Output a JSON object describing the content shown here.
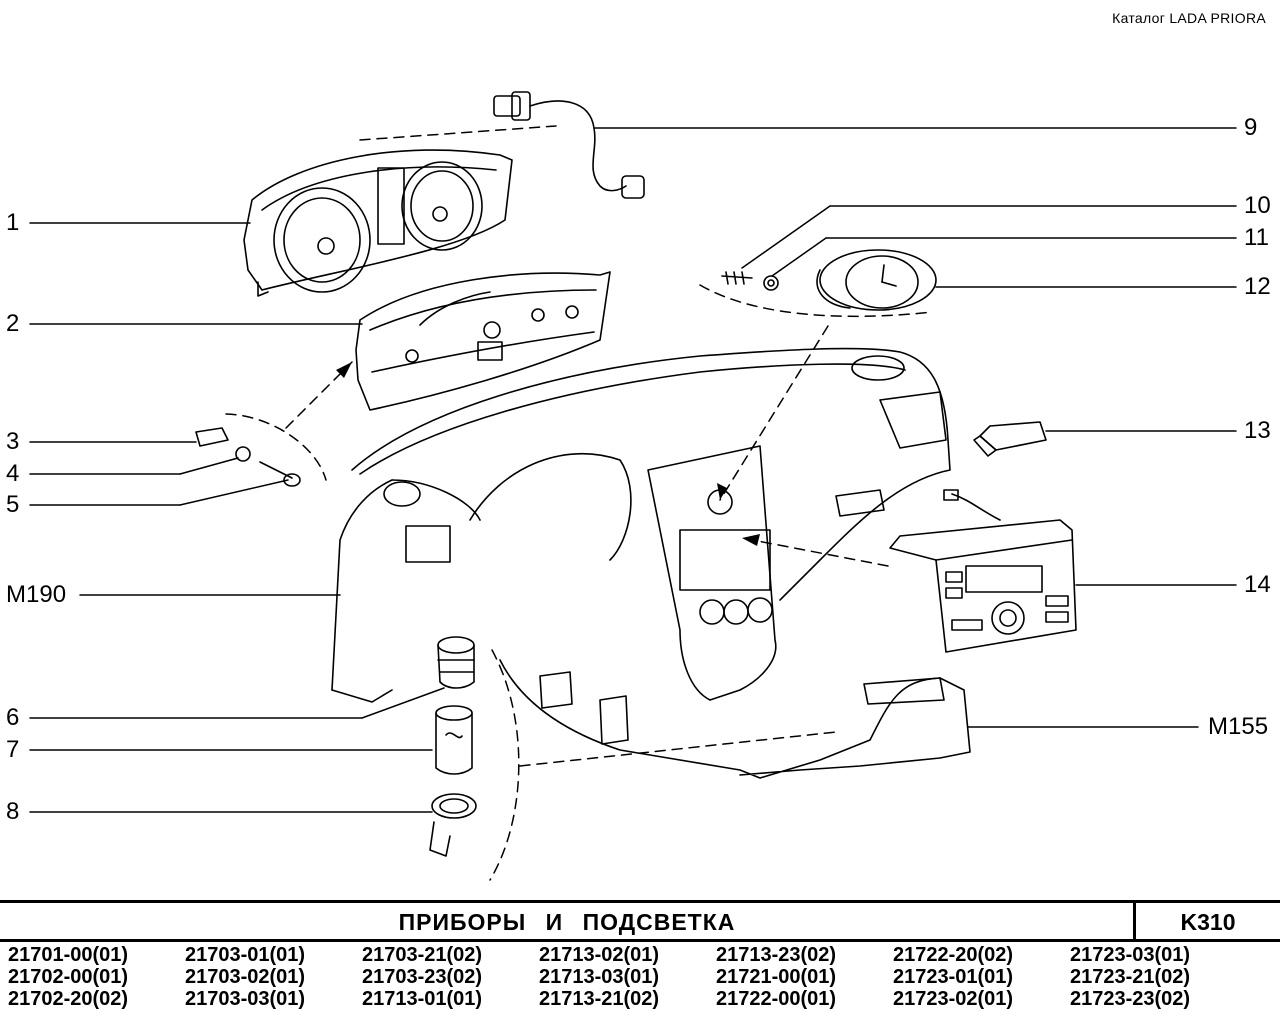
{
  "header": {
    "catalog": "Каталог  LADA  PRIORA"
  },
  "callouts": {
    "c1": "1",
    "c2": "2",
    "c3": "3",
    "c4": "4",
    "c5": "5",
    "m190": "M190",
    "c6": "6",
    "c7": "7",
    "c8": "8",
    "c9": "9",
    "c10": "10",
    "c11": "11",
    "c12": "12",
    "c13": "13",
    "c14": "14",
    "m155": "M155"
  },
  "footer": {
    "title": "ПРИБОРЫ   И   ПОДСВЕТКА",
    "code": "K310",
    "modifications": [
      [
        "21701-00(01)",
        "21703-01(01)",
        "21703-21(02)",
        "21713-02(01)",
        "21713-23(02)",
        "21722-20(02)",
        "21723-03(01)"
      ],
      [
        "21702-00(01)",
        "21703-02(01)",
        "21703-23(02)",
        "21713-03(01)",
        "21721-00(01)",
        "21723-01(01)",
        "21723-21(02)"
      ],
      [
        "21702-20(02)",
        "21703-03(01)",
        "21713-01(01)",
        "21713-21(02)",
        "21722-00(01)",
        "21723-02(01)",
        "21723-23(02)"
      ]
    ]
  }
}
